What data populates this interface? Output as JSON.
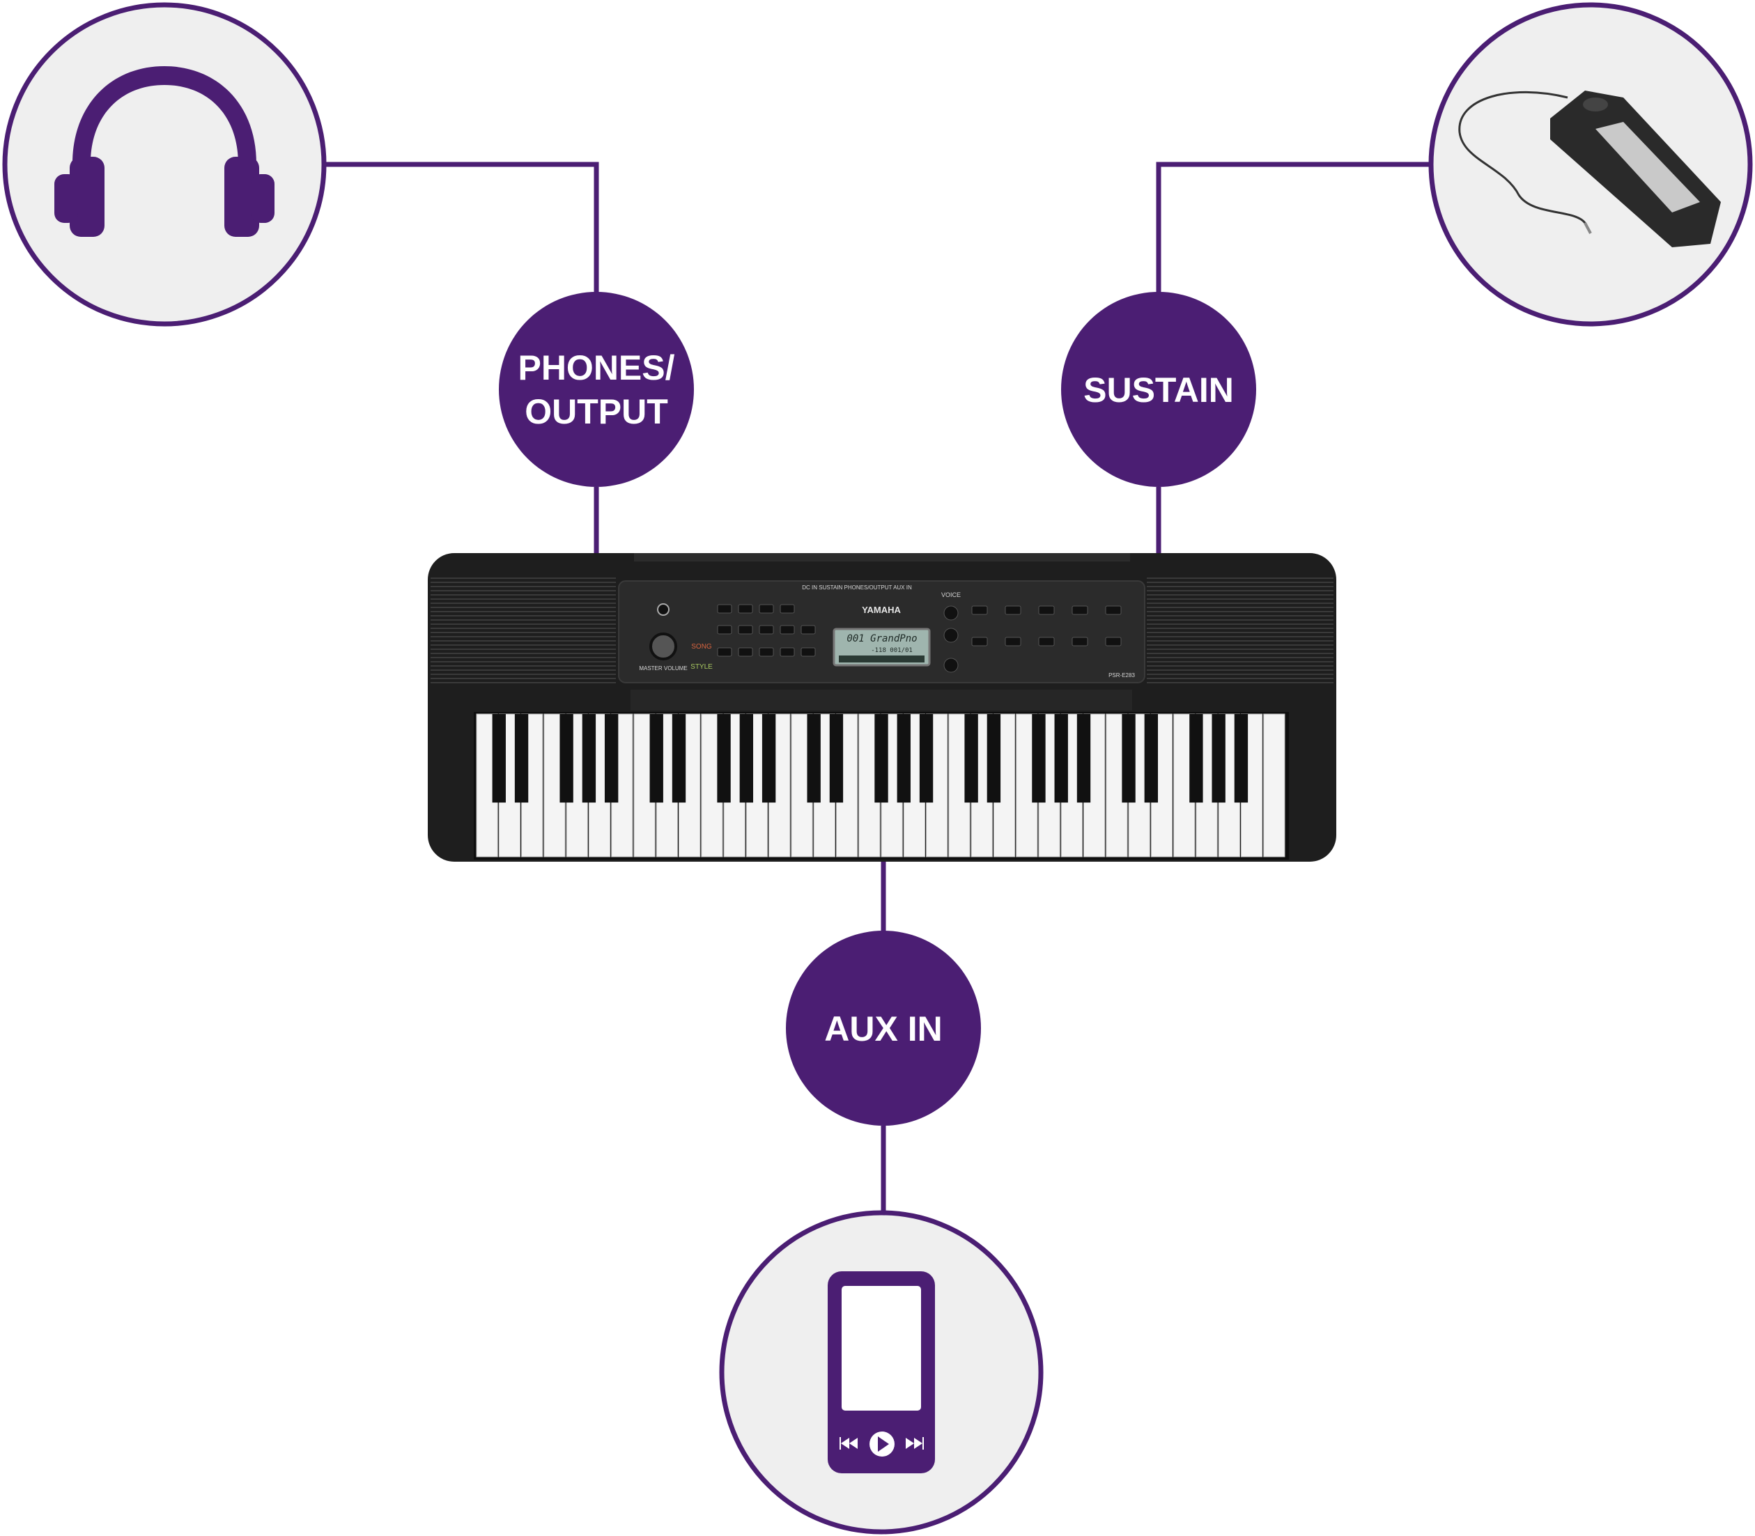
{
  "colors": {
    "accent": "#4b1e73",
    "circle_fill": "#efefef",
    "body": "#1e1e1e",
    "lcd": "#9fb5ae"
  },
  "connections": {
    "phones": {
      "line1": "PHONES/",
      "line2": "OUTPUT",
      "icon": "headphones-icon"
    },
    "sustain": {
      "label": "SUSTAIN",
      "icon": "sustain-pedal-icon"
    },
    "aux": {
      "label": "AUX IN",
      "icon": "media-player-icon"
    }
  },
  "keyboard": {
    "brand": "YAMAHA",
    "model": "PSR-E283",
    "lcd_main": "001 GrandPno",
    "lcd_sub": "-118 001/01",
    "panel_jacks": "DC IN   SUSTAIN   PHONES/OUTPUT AUX IN",
    "section_voice": "VOICE",
    "section_song": "SONG",
    "section_style": "STYLE",
    "knob_label": "MASTER VOLUME",
    "white_keys": 36
  }
}
